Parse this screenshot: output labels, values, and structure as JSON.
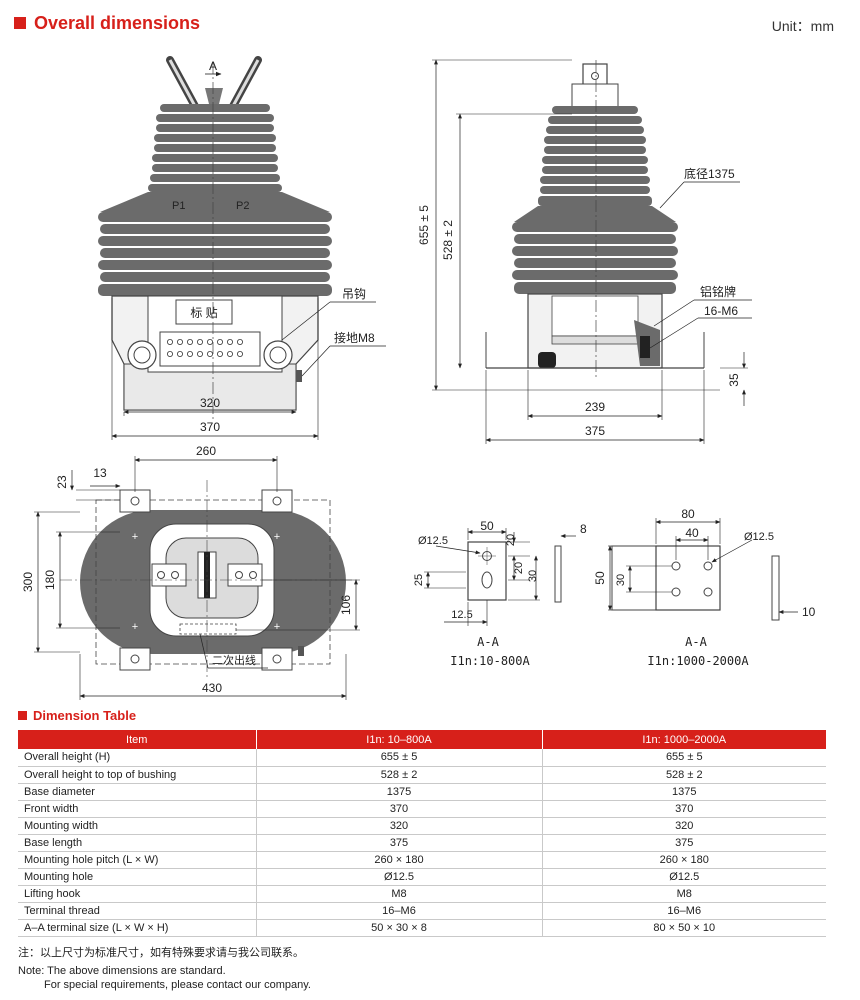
{
  "header": {
    "title": "Overall dimensions",
    "unit": "Unit：mm"
  },
  "front_view": {
    "section_mark": "A",
    "p1": "P1",
    "p2": "P2",
    "nameplate": "标 贴",
    "lifting_hook": "吊钩",
    "ground": "接地M8",
    "width_inner": "320",
    "width_outer": "370"
  },
  "side_view": {
    "height_total": "655 ± 5",
    "height_bushing": "528 ± 2",
    "base_dia": "底径1375",
    "plate": "铝铭牌",
    "thread": "16-M6",
    "base_h": "35",
    "w_inner": "239",
    "w_outer": "375"
  },
  "top_view": {
    "pitch_l": "260",
    "d13": "13",
    "d23": "23",
    "h300": "300",
    "h180": "180",
    "d106": "106",
    "w430": "430",
    "secondary": "二次出线"
  },
  "terminal_a": {
    "hole": "Ø12.5",
    "w50": "50",
    "d20a": "20",
    "d20b": "20",
    "d30": "30",
    "d25": "25",
    "d12_5": "12.5",
    "t8": "8",
    "section": "A-A",
    "rating": "I1n:10-800A"
  },
  "terminal_b": {
    "w80": "80",
    "w40": "40",
    "hole": "Ø12.5",
    "h50": "50",
    "h30": "30",
    "t10": "10",
    "section": "A-A",
    "rating": "I1n:1000-2000A"
  },
  "table": {
    "title": "Dimension Table",
    "headers": [
      "Item",
      "I1n:  10–800A",
      "I1n:  1000–2000A"
    ],
    "rows": [
      [
        "Overall height (H)",
        "655 ± 5",
        "655 ± 5"
      ],
      [
        "Overall height to top of bushing",
        "528 ± 2",
        "528 ± 2"
      ],
      [
        "Base diameter",
        "1375",
        "1375"
      ],
      [
        "Front width",
        "370",
        "370"
      ],
      [
        "Mounting width",
        "320",
        "320"
      ],
      [
        "Base length",
        "375",
        "375"
      ],
      [
        "Mounting hole pitch (L × W)",
        "260 × 180",
        "260 × 180"
      ],
      [
        "Mounting hole",
        "Ø12.5",
        "Ø12.5"
      ],
      [
        "Lifting hook",
        "M8",
        "M8"
      ],
      [
        "Terminal thread",
        "16–M6",
        "16–M6"
      ],
      [
        "A–A terminal size (L × W × H)",
        "50 × 30 × 8",
        "80 × 50 × 10"
      ]
    ]
  },
  "notes": {
    "cn": "注：以上尺寸为标准尺寸，如有特殊要求请与我公司联系。",
    "en1": "Note: The above dimensions are standard.",
    "en2": "For special requirements, please contact our company."
  },
  "colors": {
    "accent": "#d7201a",
    "insulator": "#6a6a6a",
    "base": "#f2f2f2"
  }
}
